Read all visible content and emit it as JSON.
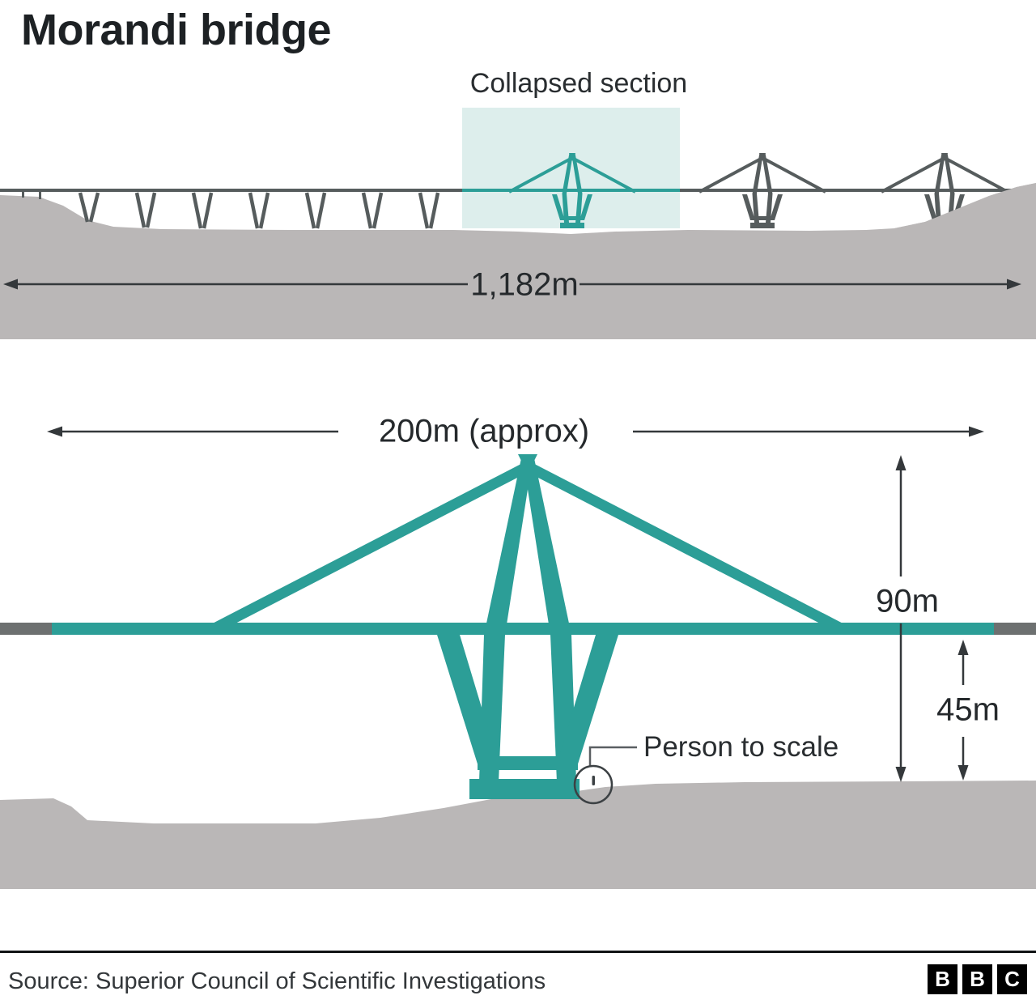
{
  "title": "Morandi bridge",
  "overview": {
    "collapsed_label": "Collapsed section",
    "total_span": "1,182m"
  },
  "detail": {
    "approx_span": "200m (approx)",
    "tower_height": "90m",
    "deck_height": "45m",
    "person_label": "Person to scale"
  },
  "footer": {
    "source": "Source: Superior Council of Scientific Investigations",
    "logo": [
      "B",
      "B",
      "C"
    ]
  },
  "colors": {
    "teal": "#2C9E97",
    "teal_light": "#DDEEEC",
    "ground": "#BAB7B7",
    "structure": "#565C5D",
    "deck_end": "#6D7070",
    "ink": "#1D2124"
  }
}
